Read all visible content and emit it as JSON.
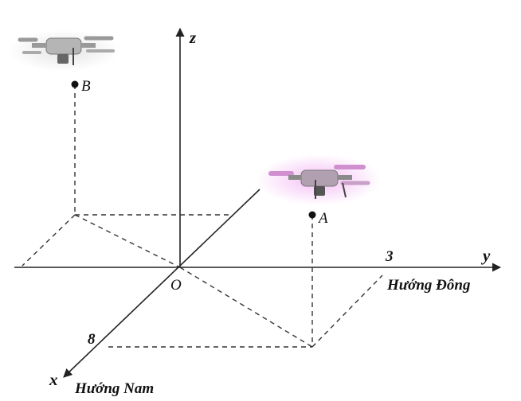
{
  "axes": {
    "x_label": "x",
    "y_label": "y",
    "z_label": "z",
    "origin_label": "O"
  },
  "points": {
    "A_label": "A",
    "B_label": "B"
  },
  "ticks": {
    "y_tick": "3",
    "x_tick": "8"
  },
  "directions": {
    "east": "Hướng Đông",
    "south": "Hướng Nam"
  },
  "colors": {
    "lines": "#222222",
    "drone_body": "#a9a9a9",
    "drone_glow_A": "#e080e0"
  },
  "icons": [
    "drone-icon",
    "drone-icon"
  ]
}
